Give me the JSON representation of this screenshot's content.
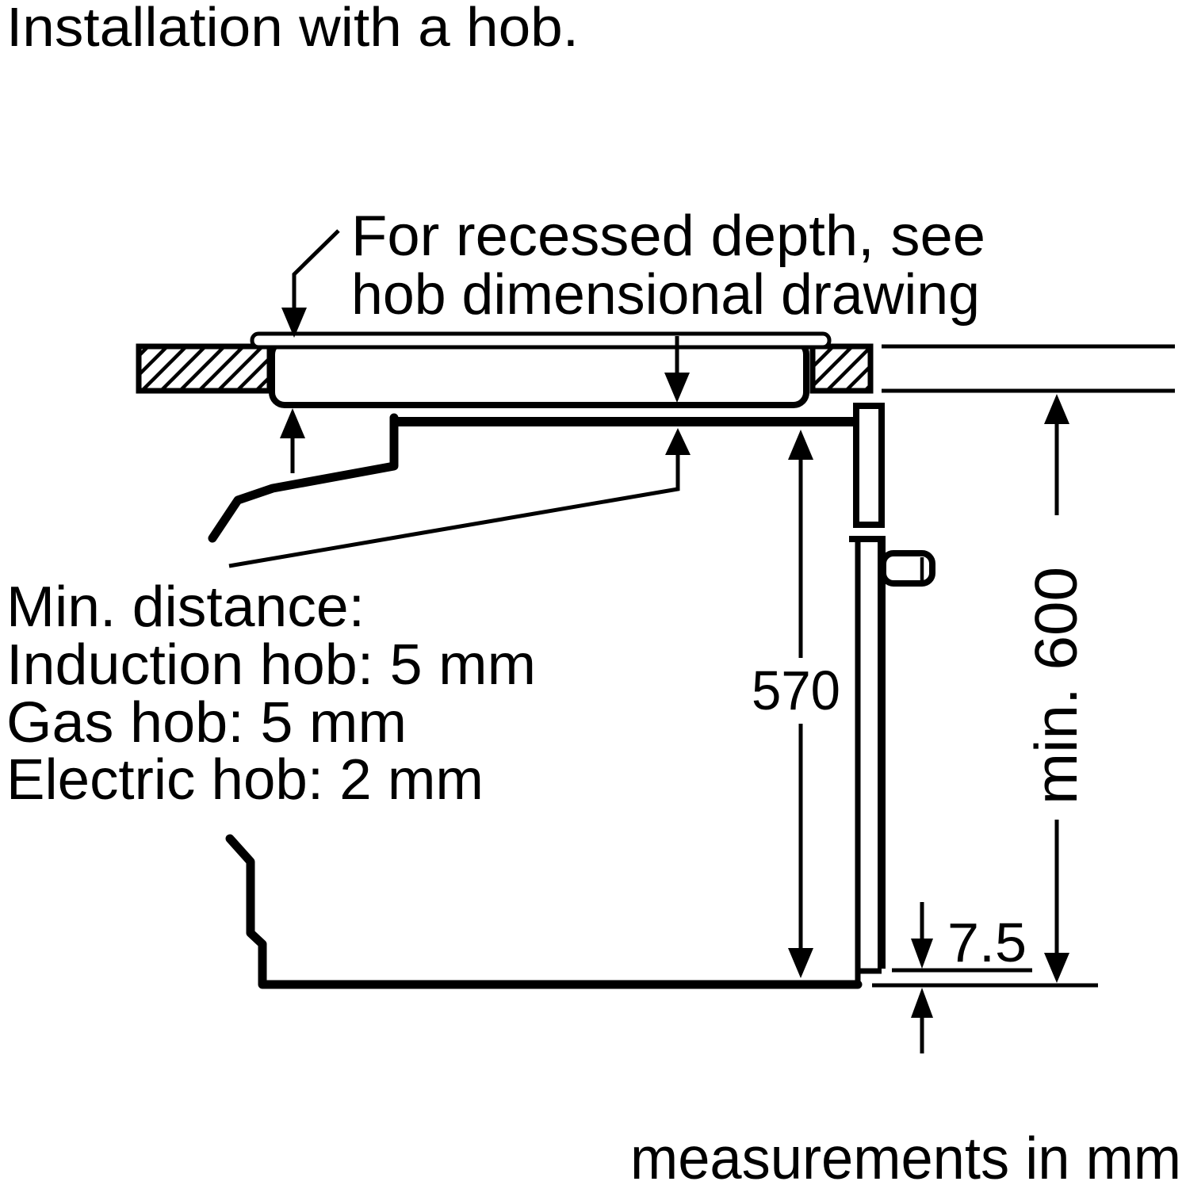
{
  "title": "Installation with a hob.",
  "annotations": {
    "recessed_depth_line1": "For recessed depth, see",
    "recessed_depth_line2": "hob dimensional drawing",
    "min_distance_line1": "Min. distance:",
    "min_distance_line2": "Induction hob: 5 mm",
    "min_distance_line3": "Gas hob: 5 mm",
    "min_distance_line4": "Electric hob: 2 mm"
  },
  "dimensions": {
    "oven_height": "570",
    "niche_height": "min. 600",
    "bottom_gap": "7.5"
  },
  "footer": "measurements in mm",
  "colors": {
    "line": "#000000",
    "background": "#ffffff"
  }
}
